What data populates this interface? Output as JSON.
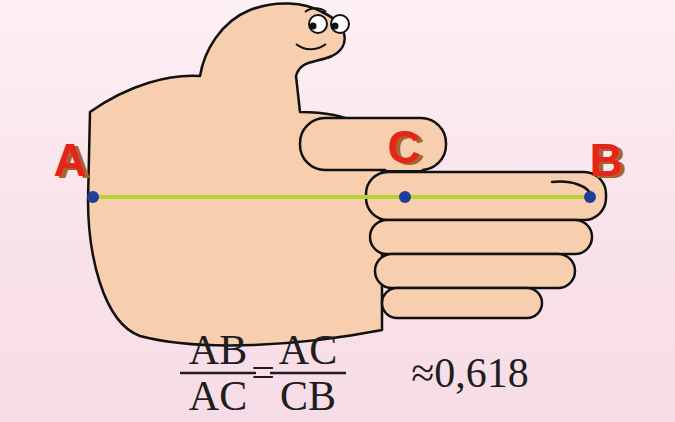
{
  "diagram": {
    "labels": [
      "A",
      "C",
      "B",
      "AB",
      "AC",
      "=",
      "AC",
      "CB",
      "≈0,618"
    ]
  }
}
